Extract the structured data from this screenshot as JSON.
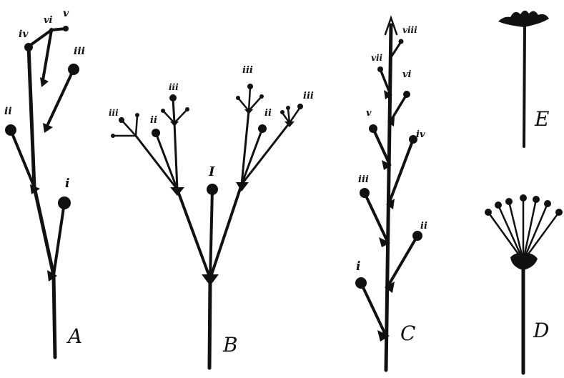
{
  "figure": {
    "panels": {
      "A": {
        "letter": "A",
        "labels": {
          "i": "i",
          "ii": "ii",
          "iii": "iii",
          "iv": "iv",
          "v": "v",
          "vi": "vi"
        }
      },
      "B": {
        "letter": "B",
        "labels": {
          "i": "I",
          "ii_left": "ii",
          "ii_right": "ii",
          "iii_1": "iii",
          "iii_2": "iii",
          "iii_3": "iii",
          "iii_4": "iii"
        }
      },
      "C": {
        "letter": "C",
        "labels": {
          "i": "i",
          "ii": "ii",
          "iii": "iii",
          "iv": "iv",
          "v": "v",
          "vi": "vi",
          "vii": "vii",
          "viii": "viii"
        }
      },
      "D": {
        "letter": "D"
      },
      "E": {
        "letter": "E"
      }
    }
  }
}
